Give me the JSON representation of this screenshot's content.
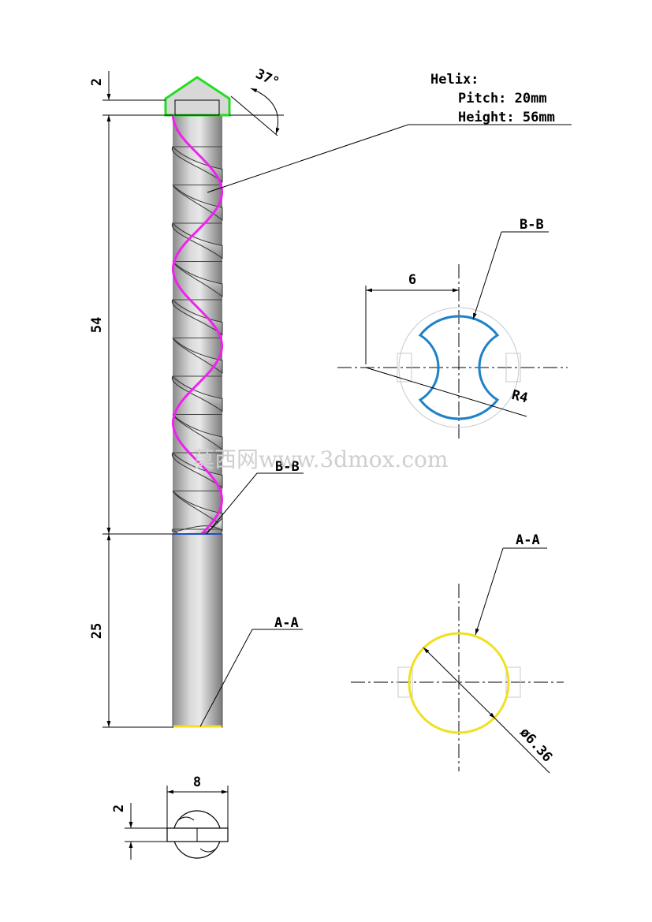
{
  "dimensions": {
    "tip_height": "2",
    "flute_length": "54",
    "shank_length": "25",
    "tip_angle": "37°",
    "width": "8",
    "thickness": "2",
    "offset": "6",
    "radius": "R4",
    "diameter": "ø6.36"
  },
  "helix": {
    "title": "Helix:",
    "pitch": "Pitch: 20mm",
    "height": "Height: 56mm"
  },
  "sections": {
    "bb_label": "B-B",
    "aa_label": "A-A",
    "bb_marker": "B-B",
    "aa_marker": "A-A"
  },
  "watermark": "莫西网www.3dmox.com",
  "colors": {
    "tip": "#22dd22",
    "helix": "#ee22ee",
    "section_bb": "#1e82c8",
    "section_aa": "#f0e020",
    "body_light": "#e6e6e6",
    "body_dark": "#8e8e8e"
  }
}
